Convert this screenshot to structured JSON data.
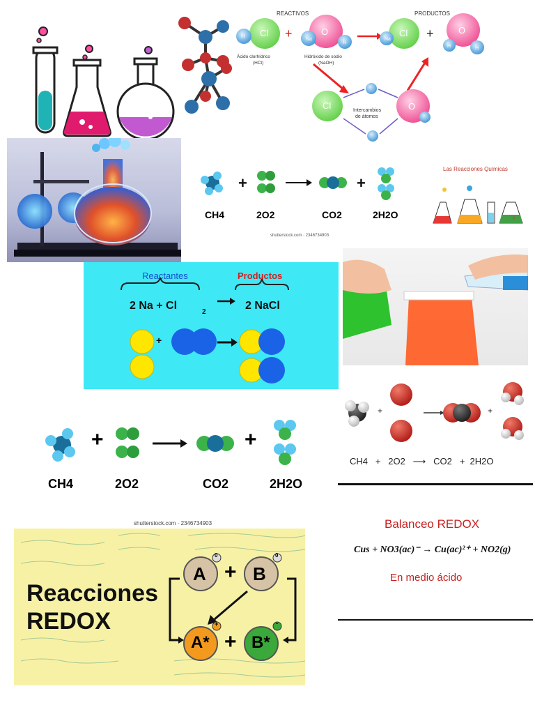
{
  "reactions_diagram": {
    "reactivos": "REACTIVOS",
    "productos": "PRODUCTOS",
    "cl": "Cl",
    "h": "H",
    "o": "O",
    "plus": "+",
    "acid_name": "Ácido clorhídrico",
    "acid_formula": "(HCl)",
    "base_name": "Hidróxido de sodio",
    "base_formula": "(NaOH)",
    "exchange_line1": "Intercambios",
    "exchange_line2": "de átomos",
    "na": "Na"
  },
  "combustion_top": {
    "ch4": "CH4",
    "o2": "2O2",
    "co2": "CO2",
    "h2o": "2H2O",
    "credit": "shutterstock.com · 2346734903"
  },
  "quimicas_thumb": {
    "title": "Las Reacciones Químicas"
  },
  "nacl": {
    "reactantes": "Reactantes",
    "productos": "Productos",
    "equation_left": "2  Na  +  Cl",
    "cl_sub": "2",
    "equation_right": "2  NaCl",
    "plus": "+"
  },
  "combustion_mid": {
    "ch4": "CH4",
    "o2": "2O2",
    "co2": "CO2",
    "h2o": "2H2O",
    "plus": "+",
    "credit": "shutterstock.com · 2346734903"
  },
  "combustion_right": {
    "equation": "CH4   +   2O2   ⟶   CO2   +  2H2O",
    "plus": "+"
  },
  "redox_card": {
    "title_line1": "Reacciones",
    "title_line2": "REDOX",
    "a": "A",
    "b": "B",
    "a_star": "A*",
    "b_star": "B*",
    "plus": "+",
    "zero": "0",
    "pos": "+",
    "neg": "-"
  },
  "balanceo": {
    "title": "Balanceo REDOX",
    "equation": "Cus + NO3(ac)⁻ → Cu(ac)²⁺ + NO2(g)",
    "medium": "En medio ácido"
  },
  "colors": {
    "cyan_panel": "#3ee8f5",
    "redox_bg": "#f7f1a6",
    "chlorine_green": "#7fe06a",
    "oxygen_pink": "#f35c9c",
    "hydrogen_blue": "#5aaee6",
    "red_text": "#d42020",
    "blue_text": "#1a4fd0"
  }
}
